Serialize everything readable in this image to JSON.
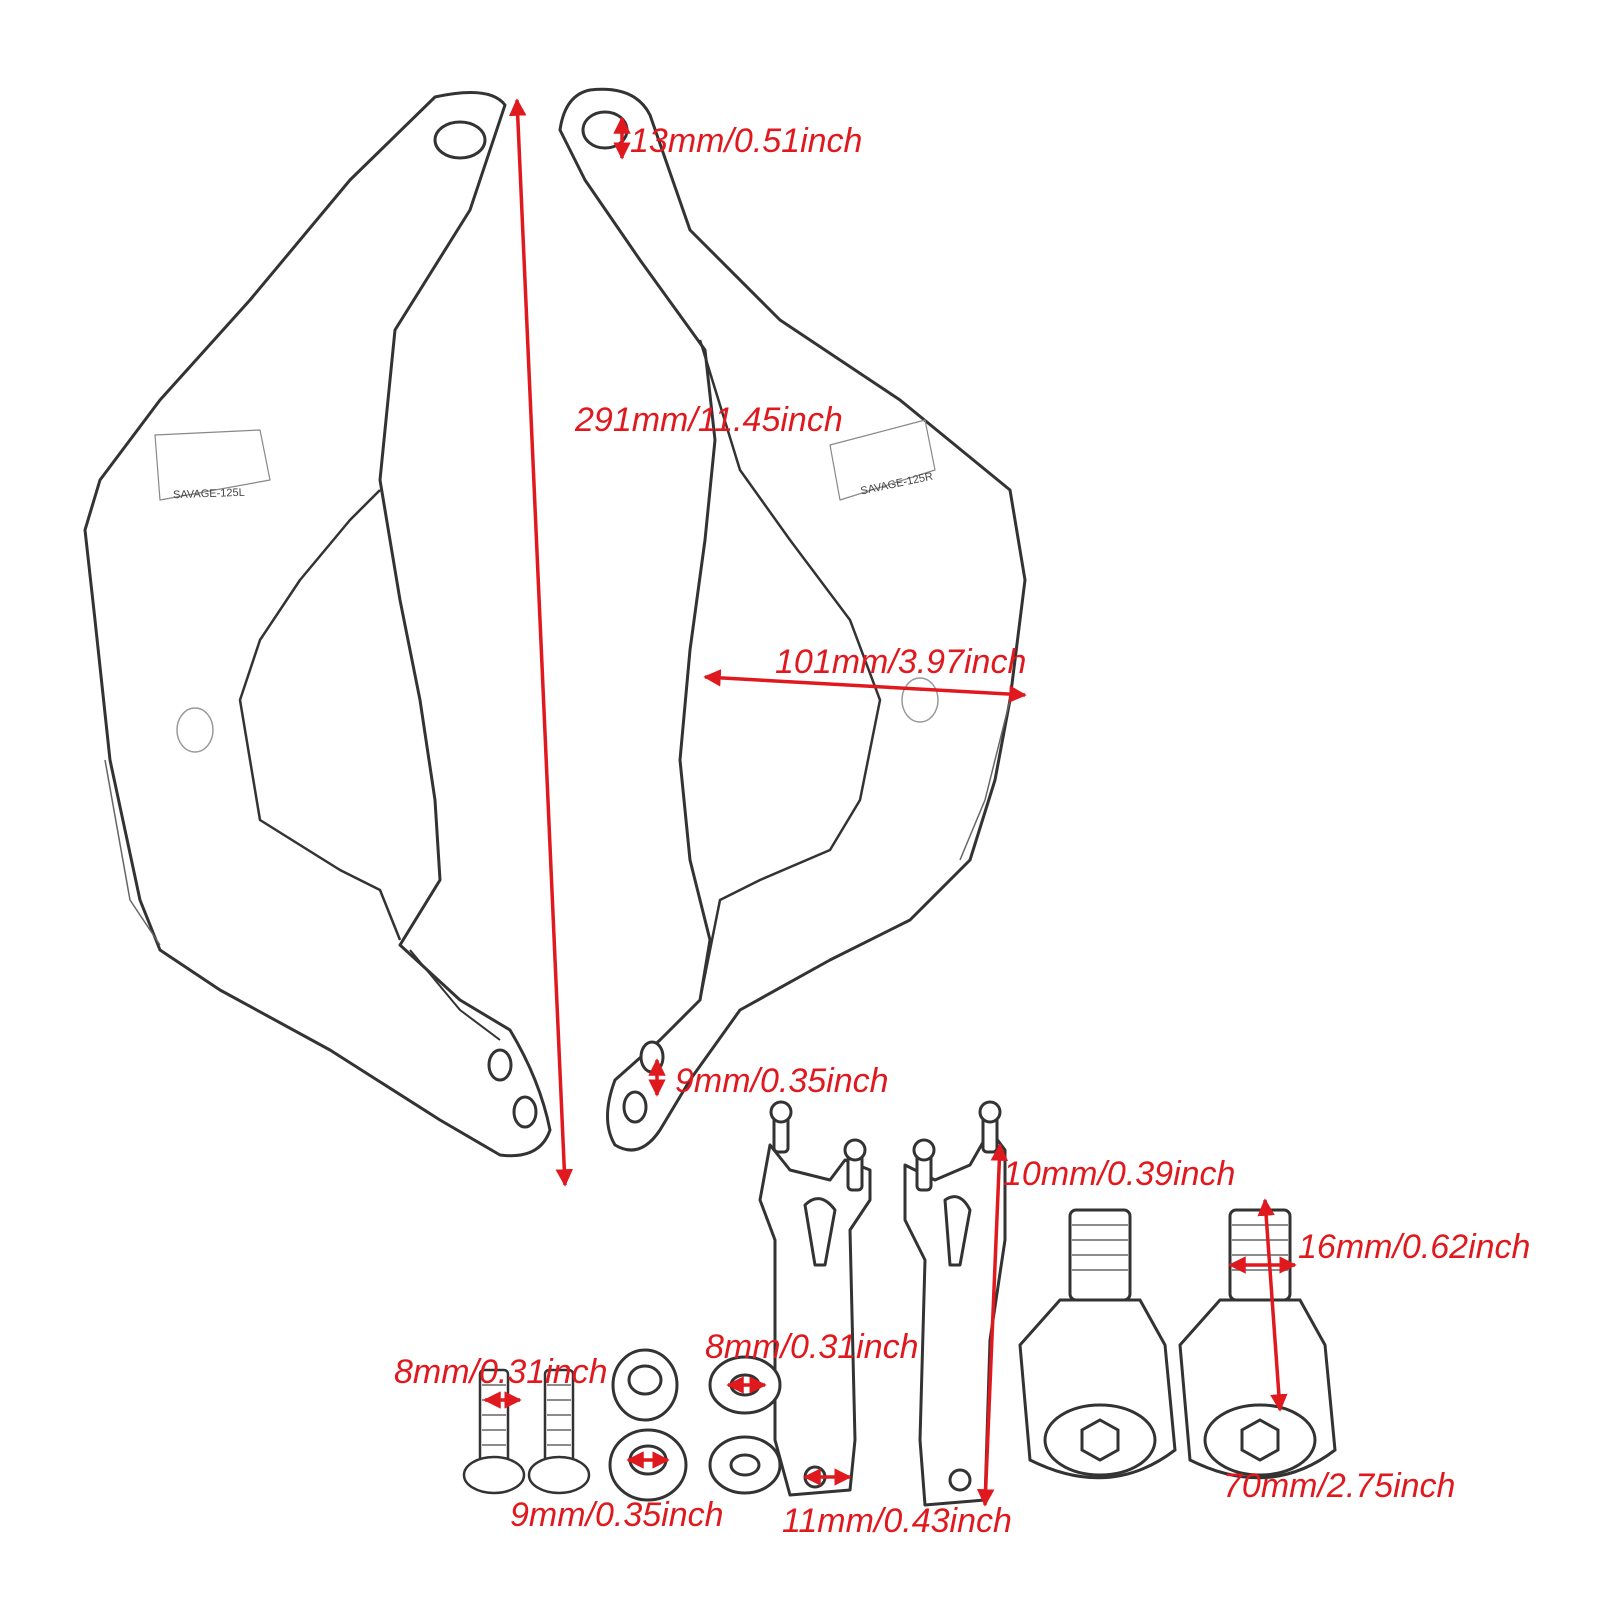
{
  "accent_color": "#e0191f",
  "part_labels": {
    "left_guard": "SAVAGE-125L",
    "right_guard": "SAVAGE-125R"
  },
  "dimensions": {
    "mount_hole": "13mm/0.51inch",
    "guard_length": "291mm/11.45inch",
    "guard_width": "101mm/3.97inch",
    "lower_hole": "9mm/0.35inch",
    "bracket_height": "10mm/0.39inch",
    "bar_end_thread": "16mm/0.62inch",
    "bolt_diameter": "8mm/0.31inch",
    "washer_small": "8mm/0.31inch",
    "washer_large": "9mm/0.35inch",
    "bracket_hole": "11mm/0.43inch",
    "bar_end_length": "70mm/2.75inch"
  }
}
